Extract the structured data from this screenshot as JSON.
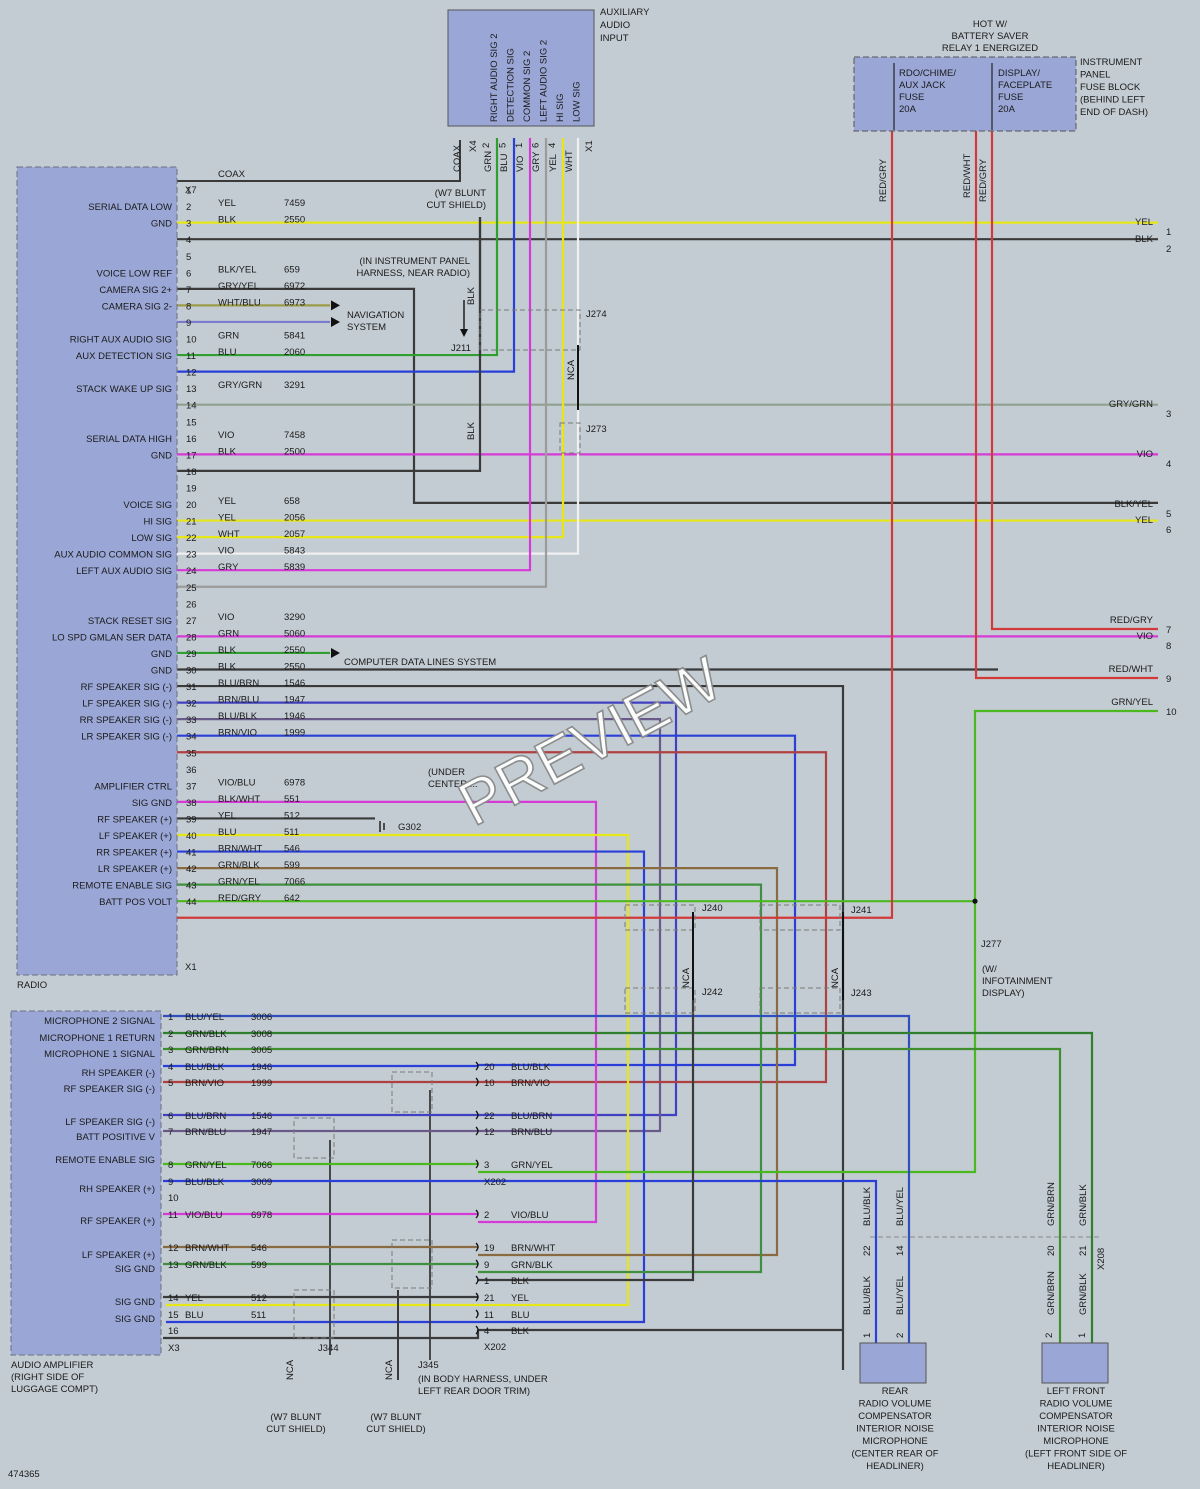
{
  "diagram_number": "474365",
  "watermark": "PREVIEW",
  "colors": {
    "background": "#c3ccd3",
    "module_fill": "#9aa7d6",
    "wire": {
      "YEL": "#e6e619",
      "BLK": "#3a3a3a",
      "GRN": "#2fa02f",
      "BLU": "#2a3fd8",
      "VIO": "#d63ad6",
      "GRY": "#9b9b9b",
      "WHT": "#f4f4f4",
      "RED": "#d23a3a",
      "GRN/YEL": "#4cb81f",
      "BRN": "#8a5a2b"
    }
  },
  "aux_input": {
    "title": [
      "AUXILIARY",
      "AUDIO",
      "INPUT"
    ],
    "signals": [
      "RIGHT AUDIO SIG 2",
      "DETECTION SIG",
      "COMMON SIG 2",
      "LEFT AUDIO SIG 2",
      "HI SIG",
      "LOW SIG"
    ],
    "connector_a": "X4",
    "connector_b": "X1",
    "pins": [
      "2",
      "5",
      "1",
      "6",
      "4"
    ],
    "wires": [
      "COAX",
      "GRN",
      "BLU",
      "VIO",
      "GRY",
      "YEL",
      "WHT"
    ]
  },
  "fuse_block": {
    "hot_label": [
      "HOT W/",
      "BATTERY SAVER",
      "RELAY 1 ENERGIZED"
    ],
    "title": [
      "INSTRUMENT",
      "PANEL",
      "FUSE BLOCK",
      "(BEHIND LEFT",
      "END OF DASH)"
    ],
    "fuse1": [
      "RDO/CHIME/",
      "AUX JACK",
      "FUSE",
      "20A"
    ],
    "fuse2": [
      "DISPLAY/",
      "FACEPLATE",
      "FUSE",
      "20A"
    ],
    "wire1": "RED/GRY",
    "wire2a": "RED/WHT",
    "wire2b": "RED/GRY"
  },
  "radio": {
    "name": "RADIO",
    "connector_top": "X7",
    "connector_bottom": "X1",
    "pins": [
      {
        "pin": "",
        "label": "",
        "color": "COAX",
        "circuit": ""
      },
      {
        "pin": "1",
        "label": "",
        "color": "",
        "circuit": ""
      },
      {
        "pin": "2",
        "label": "SERIAL DATA LOW",
        "color": "YEL",
        "circuit": "7459"
      },
      {
        "pin": "3",
        "label": "GND",
        "color": "BLK",
        "circuit": "2550"
      },
      {
        "pin": "4",
        "label": "",
        "color": "",
        "circuit": ""
      },
      {
        "pin": "5",
        "label": "",
        "color": "",
        "circuit": ""
      },
      {
        "pin": "6",
        "label": "VOICE LOW REF",
        "color": "BLK/YEL",
        "circuit": "659"
      },
      {
        "pin": "7",
        "label": "CAMERA SIG 2+",
        "color": "GRY/YEL",
        "circuit": "6972"
      },
      {
        "pin": "8",
        "label": "CAMERA SIG 2-",
        "color": "WHT/BLU",
        "circuit": "6973"
      },
      {
        "pin": "9",
        "label": "",
        "color": "",
        "circuit": ""
      },
      {
        "pin": "10",
        "label": "RIGHT AUX AUDIO SIG",
        "color": "GRN",
        "circuit": "5841"
      },
      {
        "pin": "11",
        "label": "AUX DETECTION SIG",
        "color": "BLU",
        "circuit": "2060"
      },
      {
        "pin": "12",
        "label": "",
        "color": "",
        "circuit": ""
      },
      {
        "pin": "13",
        "label": "STACK WAKE UP SIG",
        "color": "GRY/GRN",
        "circuit": "3291"
      },
      {
        "pin": "14",
        "label": "",
        "color": "",
        "circuit": ""
      },
      {
        "pin": "15",
        "label": "",
        "color": "",
        "circuit": ""
      },
      {
        "pin": "16",
        "label": "SERIAL DATA HIGH",
        "color": "VIO",
        "circuit": "7458"
      },
      {
        "pin": "17",
        "label": "GND",
        "color": "BLK",
        "circuit": "2500"
      },
      {
        "pin": "18",
        "label": "",
        "color": "",
        "circuit": ""
      },
      {
        "pin": "19",
        "label": "",
        "color": "",
        "circuit": ""
      },
      {
        "pin": "20",
        "label": "VOICE SIG",
        "color": "YEL",
        "circuit": "658"
      },
      {
        "pin": "21",
        "label": "HI SIG",
        "color": "YEL",
        "circuit": "2056"
      },
      {
        "pin": "22",
        "label": "LOW SIG",
        "color": "WHT",
        "circuit": "2057"
      },
      {
        "pin": "23",
        "label": "AUX AUDIO COMMON SIG",
        "color": "VIO",
        "circuit": "5843"
      },
      {
        "pin": "24",
        "label": "LEFT AUX AUDIO SIG",
        "color": "GRY",
        "circuit": "5839"
      },
      {
        "pin": "25",
        "label": "",
        "color": "",
        "circuit": ""
      },
      {
        "pin": "26",
        "label": "",
        "color": "",
        "circuit": ""
      },
      {
        "pin": "27",
        "label": "STACK RESET SIG",
        "color": "VIO",
        "circuit": "3290"
      },
      {
        "pin": "28",
        "label": "LO SPD GMLAN SER DATA",
        "color": "GRN",
        "circuit": "5060"
      },
      {
        "pin": "29",
        "label": "GND",
        "color": "BLK",
        "circuit": "2550"
      },
      {
        "pin": "30",
        "label": "GND",
        "color": "BLK",
        "circuit": "2550"
      },
      {
        "pin": "31",
        "label": "RF SPEAKER SIG (-)",
        "color": "BLU/BRN",
        "circuit": "1546"
      },
      {
        "pin": "32",
        "label": "LF SPEAKER SIG (-)",
        "color": "BRN/BLU",
        "circuit": "1947"
      },
      {
        "pin": "33",
        "label": "RR SPEAKER SIG (-)",
        "color": "BLU/BLK",
        "circuit": "1946"
      },
      {
        "pin": "34",
        "label": "LR SPEAKER SIG (-)",
        "color": "BRN/VIO",
        "circuit": "1999"
      },
      {
        "pin": "35",
        "label": "",
        "color": "",
        "circuit": ""
      },
      {
        "pin": "36",
        "label": "",
        "color": "",
        "circuit": ""
      },
      {
        "pin": "37",
        "label": "AMPLIFIER CTRL",
        "color": "VIO/BLU",
        "circuit": "6978"
      },
      {
        "pin": "38",
        "label": "SIG GND",
        "color": "BLK/WHT",
        "circuit": "551"
      },
      {
        "pin": "39",
        "label": "RF SPEAKER (+)",
        "color": "YEL",
        "circuit": "512"
      },
      {
        "pin": "40",
        "label": "LF SPEAKER (+)",
        "color": "BLU",
        "circuit": "511"
      },
      {
        "pin": "41",
        "label": "RR SPEAKER (+)",
        "color": "BRN/WHT",
        "circuit": "546"
      },
      {
        "pin": "42",
        "label": "LR SPEAKER (+)",
        "color": "GRN/BLK",
        "circuit": "599"
      },
      {
        "pin": "43",
        "label": "REMOTE ENABLE SIG",
        "color": "GRN/YEL",
        "circuit": "7066"
      },
      {
        "pin": "44",
        "label": "BATT POS VOLT",
        "color": "RED/GRY",
        "circuit": "642"
      }
    ]
  },
  "right_connector": [
    {
      "pin": "1",
      "color": "YEL"
    },
    {
      "pin": "2",
      "color": "BLK"
    },
    {
      "pin": "3",
      "color": "GRY/GRN"
    },
    {
      "pin": "4",
      "color": "VIO"
    },
    {
      "pin": "5",
      "color": "BLK/YEL"
    },
    {
      "pin": "6",
      "color": "YEL"
    },
    {
      "pin": "7",
      "color": "RED/GRY"
    },
    {
      "pin": "8",
      "color": "VIO"
    },
    {
      "pin": "9",
      "color": "RED/WHT"
    },
    {
      "pin": "10",
      "color": "GRN/YEL"
    }
  ],
  "notes": {
    "blunt_cut_top": [
      "(W7 BLUNT",
      "CUT SHIELD)"
    ],
    "ip_harness": [
      "(IN INSTRUMENT PANEL",
      "HARNESS, NEAR RADIO)"
    ],
    "navigation": [
      "NAVIGATION",
      "SYSTEM"
    ],
    "computer_data": "COMPUTER DATA LINES SYSTEM",
    "under_center": [
      "(UNDER",
      "CENTER ..."
    ],
    "g302": "G302",
    "j277_note": [
      "(W/",
      "INFOTAINMENT",
      "DISPLAY)"
    ],
    "j345_note": [
      "(IN BODY HARNESS, UNDER",
      "LEFT REAR DOOR TRIM)"
    ],
    "blunt_cut_1": [
      "(W7 BLUNT",
      "CUT SHIELD)"
    ],
    "blunt_cut_2": [
      "(W7 BLUNT",
      "CUT SHIELD)"
    ],
    "nca": "NCA",
    "blk": "BLK"
  },
  "splices": [
    "J274",
    "J211",
    "J273",
    "J240",
    "J241",
    "J242",
    "J243",
    "J277",
    "J344",
    "J345"
  ],
  "amplifier": {
    "name": [
      "AUDIO AMPLIFIER",
      "(RIGHT SIDE OF",
      "LUGGAGE COMPT)"
    ],
    "connector": "X3",
    "pins": [
      {
        "pin": "1",
        "label": "MICROPHONE 2 SIGNAL",
        "color": "BLU/YEL",
        "circuit": "3006"
      },
      {
        "pin": "2",
        "label": "MICROPHONE 1 RETURN",
        "color": "GRN/BLK",
        "circuit": "3008"
      },
      {
        "pin": "3",
        "label": "MICROPHONE 1 SIGNAL",
        "color": "GRN/BRN",
        "circuit": "3005"
      },
      {
        "pin": "4",
        "label": "RH SPEAKER (-)",
        "color": "BLU/BLK",
        "circuit": "1946"
      },
      {
        "pin": "5",
        "label": "RF SPEAKER SIG (-)",
        "color": "BRN/VIO",
        "circuit": "1999"
      },
      {
        "pin": "6",
        "label": "LF SPEAKER SIG (-)",
        "color": "BLU/BRN",
        "circuit": "1546"
      },
      {
        "pin": "7",
        "label": "BATT POSITIVE V",
        "color": "BRN/BLU",
        "circuit": "1947"
      },
      {
        "pin": "8",
        "label": "REMOTE ENABLE SIG",
        "color": "GRN/YEL",
        "circuit": "7066"
      },
      {
        "pin": "9",
        "label": "RH SPEAKER (+)",
        "color": "BLU/BLK",
        "circuit": "3009"
      },
      {
        "pin": "10",
        "label": "",
        "color": "",
        "circuit": ""
      },
      {
        "pin": "11",
        "label": "RF SPEAKER (+)",
        "color": "VIO/BLU",
        "circuit": "6978"
      },
      {
        "pin": "12",
        "label": "LF SPEAKER (+)",
        "color": "BRN/WHT",
        "circuit": "546"
      },
      {
        "pin": "13",
        "label": "SIG GND",
        "color": "GRN/BLK",
        "circuit": "599"
      },
      {
        "pin": "14",
        "label": "SIG GND",
        "color": "YEL",
        "circuit": "512"
      },
      {
        "pin": "15",
        "label": "SIG GND",
        "color": "BLU",
        "circuit": "511"
      },
      {
        "pin": "16",
        "label": "",
        "color": "",
        "circuit": ""
      }
    ]
  },
  "x202": {
    "name": "X202",
    "rows": [
      {
        "pin": "20",
        "color": "BLU/BLK"
      },
      {
        "pin": "10",
        "color": "BRN/VIO"
      },
      {
        "pin": "22",
        "color": "BLU/BRN"
      },
      {
        "pin": "12",
        "color": "BRN/BLU"
      },
      {
        "pin": "3",
        "color": "GRN/YEL"
      },
      {
        "pin": "2",
        "color": "VIO/BLU"
      },
      {
        "pin": "19",
        "color": "BRN/WHT"
      },
      {
        "pin": "9",
        "color": "GRN/BLK"
      },
      {
        "pin": "1",
        "color": "BLK"
      },
      {
        "pin": "21",
        "color": "YEL"
      },
      {
        "pin": "11",
        "color": "BLU"
      },
      {
        "pin": "4",
        "color": "BLK"
      }
    ]
  },
  "x208": {
    "name": "X208",
    "pins": [
      "22",
      "14",
      "20",
      "21"
    ],
    "colors": [
      "BLU/BLK",
      "BLU/YEL",
      "GRN/BRN",
      "GRN/BLK"
    ]
  },
  "rear_mic": {
    "pins": [
      "1",
      "2"
    ],
    "label": [
      "REAR",
      "RADIO VOLUME",
      "COMPENSATOR",
      "INTERIOR NOISE",
      "MICROPHONE",
      "(CENTER REAR OF",
      "HEADLINER)"
    ]
  },
  "front_mic": {
    "pins": [
      "2",
      "1"
    ],
    "label": [
      "LEFT FRONT",
      "RADIO VOLUME",
      "COMPENSATOR",
      "INTERIOR NOISE",
      "MICROPHONE",
      "(LEFT FRONT SIDE OF",
      "HEADLINER)"
    ]
  }
}
